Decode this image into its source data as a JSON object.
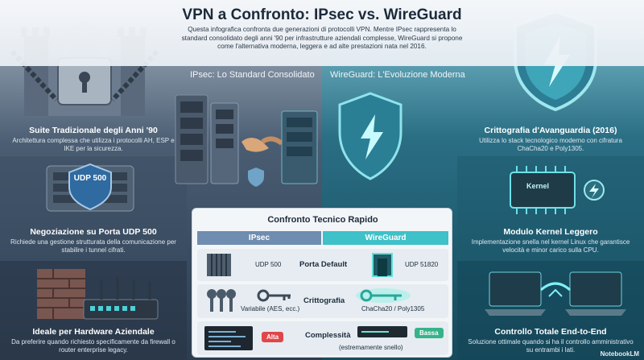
{
  "header": {
    "title": "VPN a Confronto: IPsec vs. WireGuard",
    "intro": "Questa infografica confronta due generazioni di protocolli VPN. Mentre IPsec rappresenta lo standard consolidato degli anni '90 per infrastrutture aziendali complesse, WireGuard si propone come l'alternativa moderna, leggera e ad alte prestazioni nata nel 2016."
  },
  "ipsec": {
    "section_title": "IPsec: Lo Standard Consolidato",
    "features": [
      {
        "title": "Suite Tradizionale degli Anni '90",
        "desc": "Architettura complessa che utilizza i protocolli AH, ESP e IKE per la sicurezza."
      },
      {
        "title": "Negoziazione su Porta UDP 500",
        "desc": "Richiede una gestione strutturata della comunicazione per stabilire i tunnel cifrati."
      },
      {
        "title": "Ideale per Hardware Aziendale",
        "desc": "Da preferire quando richiesto specificamente da firewall o router enterprise legacy."
      }
    ],
    "badge_text": "UDP 500"
  },
  "wireguard": {
    "section_title": "WireGuard: L'Evoluzione Moderna",
    "features": [
      {
        "title": "Crittografia d'Avanguardia (2016)",
        "desc": "Utilizza lo stack tecnologico moderno con cifratura ChaCha20 e Poly1305."
      },
      {
        "title": "Modulo Kernel Leggero",
        "desc": "Implementazione snella nel kernel Linux che garantisce velocità e minor carico sulla CPU."
      },
      {
        "title": "Controllo Totale End-to-End",
        "desc": "Soluzione ottimale quando si ha il controllo amministrativo su entrambi i lati."
      }
    ],
    "chip_text": "Kernel"
  },
  "comparison": {
    "title": "Confronto Tecnico Rapido",
    "col_left": "IPsec",
    "col_right": "WireGuard",
    "rows": [
      {
        "label": "Porta Default",
        "left": "UDP 500",
        "right": "UDP 51820"
      },
      {
        "label": "Crittografia",
        "left": "Variabile (AES, ecc.)",
        "right": "ChaCha20 / Poly1305"
      },
      {
        "label": "Complessità",
        "left": "Alta",
        "right": "Bassa",
        "note": "(estremamente snello)"
      }
    ]
  },
  "colors": {
    "ipsec_header": "#6f8db0",
    "wireguard_header": "#3ec1c8",
    "high_badge": "#e0464a",
    "low_badge": "#37b38a"
  },
  "brand": "NotebookLM"
}
